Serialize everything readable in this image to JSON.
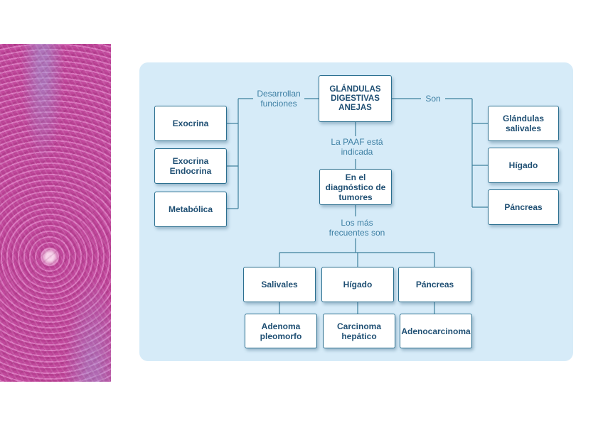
{
  "diagram": {
    "title": "GLÁNDULAS DIGESTIVAS ANEJAS",
    "left_connector": "Desarrollan funciones",
    "right_connector": "Son",
    "functions": [
      "Exocrina",
      "Exocrina Endocrina",
      "Metabólica"
    ],
    "glands": [
      "Glándulas salivales",
      "Hígado",
      "Páncreas"
    ],
    "paaf_connector": "La PAAF está indicada",
    "diagnosis": "En el diagnóstico de tumores",
    "frequent_connector": "Los más frecuentes son",
    "sites": [
      "Salivales",
      "Hígado",
      "Páncreas"
    ],
    "tumors": [
      "Adenoma pleomorfo",
      "Carcinoma hepático",
      "Adenocarcinoma"
    ]
  },
  "colors": {
    "panel_bg": "#d6ebf8",
    "box_border": "#2b6f8f",
    "box_text": "#1f4f73",
    "connector_text": "#3d7fa3",
    "line": "#3c7f9c"
  }
}
